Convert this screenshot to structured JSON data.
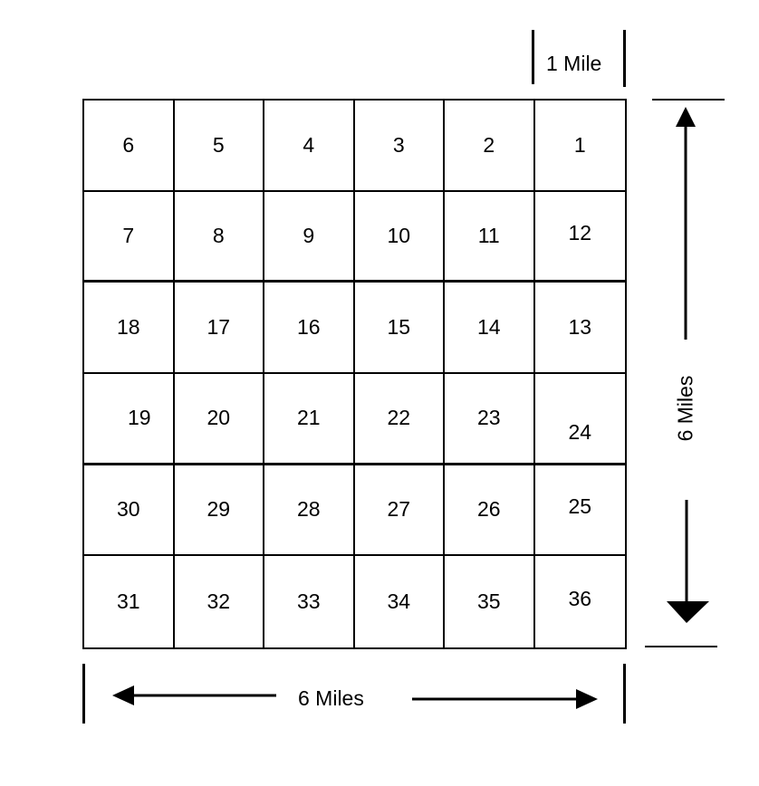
{
  "diagram": {
    "type": "township-section-grid",
    "rows": 6,
    "cols": 6,
    "sections": [
      [
        6,
        5,
        4,
        3,
        2,
        1
      ],
      [
        7,
        8,
        9,
        10,
        11,
        12
      ],
      [
        18,
        17,
        16,
        15,
        14,
        13
      ],
      [
        19,
        20,
        21,
        22,
        23,
        24
      ],
      [
        30,
        29,
        28,
        27,
        26,
        25
      ],
      [
        31,
        32,
        33,
        34,
        35,
        36
      ]
    ],
    "labels": {
      "section_width": "1 Mile",
      "township_height": "6 Miles",
      "township_width": "6 Miles"
    },
    "colors": {
      "line": "#000000",
      "background": "#ffffff"
    }
  }
}
